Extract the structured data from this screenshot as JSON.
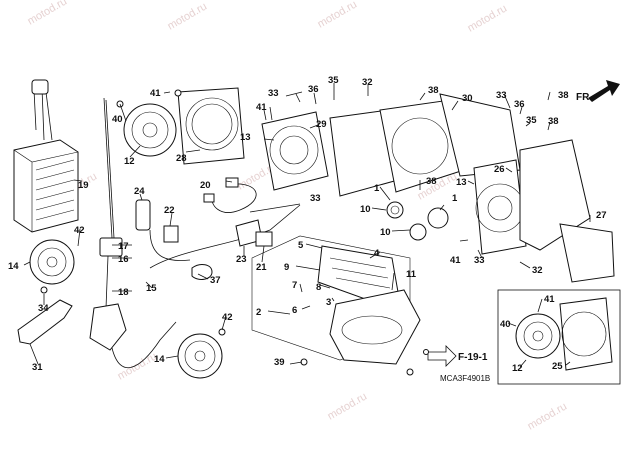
{
  "watermark": "motod.ru",
  "arrow_label": "FR.",
  "ref_label": "F-19-1",
  "drawing_code": "MCA3F4901B",
  "callouts": [
    {
      "id": "c12a",
      "text": "12"
    },
    {
      "id": "c40a",
      "text": "40"
    },
    {
      "id": "c41a",
      "text": "41"
    },
    {
      "id": "c28",
      "text": "28"
    },
    {
      "id": "c33a",
      "text": "33"
    },
    {
      "id": "c36a",
      "text": "36"
    },
    {
      "id": "c35a",
      "text": "35"
    },
    {
      "id": "c32a",
      "text": "32"
    },
    {
      "id": "c30",
      "text": "30"
    },
    {
      "id": "c38a",
      "text": "38"
    },
    {
      "id": "c41b",
      "text": "41"
    },
    {
      "id": "c29",
      "text": "29"
    },
    {
      "id": "c13a",
      "text": "13"
    },
    {
      "id": "c19",
      "text": "19"
    },
    {
      "id": "c20",
      "text": "20"
    },
    {
      "id": "c24",
      "text": "24"
    },
    {
      "id": "c22",
      "text": "22"
    },
    {
      "id": "c23",
      "text": "23"
    },
    {
      "id": "c21",
      "text": "21"
    },
    {
      "id": "c17",
      "text": "17"
    },
    {
      "id": "c16",
      "text": "16"
    },
    {
      "id": "c18",
      "text": "18"
    },
    {
      "id": "c15",
      "text": "15"
    },
    {
      "id": "c37",
      "text": "37"
    },
    {
      "id": "c42a",
      "text": "42"
    },
    {
      "id": "c14a",
      "text": "14"
    },
    {
      "id": "c34",
      "text": "34"
    },
    {
      "id": "c31",
      "text": "31"
    },
    {
      "id": "c42b",
      "text": "42"
    },
    {
      "id": "c14b",
      "text": "14"
    },
    {
      "id": "c33b",
      "text": "33"
    },
    {
      "id": "c38b",
      "text": "38"
    },
    {
      "id": "c1a",
      "text": "1"
    },
    {
      "id": "c10a",
      "text": "10"
    },
    {
      "id": "c1b",
      "text": "1"
    },
    {
      "id": "c5",
      "text": "5"
    },
    {
      "id": "c4",
      "text": "4"
    },
    {
      "id": "c9",
      "text": "9"
    },
    {
      "id": "c8",
      "text": "8"
    },
    {
      "id": "c11",
      "text": "11"
    },
    {
      "id": "c7",
      "text": "7"
    },
    {
      "id": "c3",
      "text": "3"
    },
    {
      "id": "c6",
      "text": "6"
    },
    {
      "id": "c2",
      "text": "2"
    },
    {
      "id": "c39",
      "text": "39"
    },
    {
      "id": "c10b",
      "text": "10"
    },
    {
      "id": "c41c",
      "text": "41"
    },
    {
      "id": "c33c",
      "text": "33"
    },
    {
      "id": "c36b",
      "text": "36"
    },
    {
      "id": "c35b",
      "text": "35"
    },
    {
      "id": "c38c",
      "text": "38"
    },
    {
      "id": "c38d",
      "text": "38"
    },
    {
      "id": "c26",
      "text": "26"
    },
    {
      "id": "c13b",
      "text": "13"
    },
    {
      "id": "c27",
      "text": "27"
    },
    {
      "id": "c32b",
      "text": "32"
    },
    {
      "id": "c41d",
      "text": "41"
    },
    {
      "id": "c40b",
      "text": "40"
    },
    {
      "id": "c12b",
      "text": "12"
    },
    {
      "id": "c25",
      "text": "25"
    }
  ]
}
